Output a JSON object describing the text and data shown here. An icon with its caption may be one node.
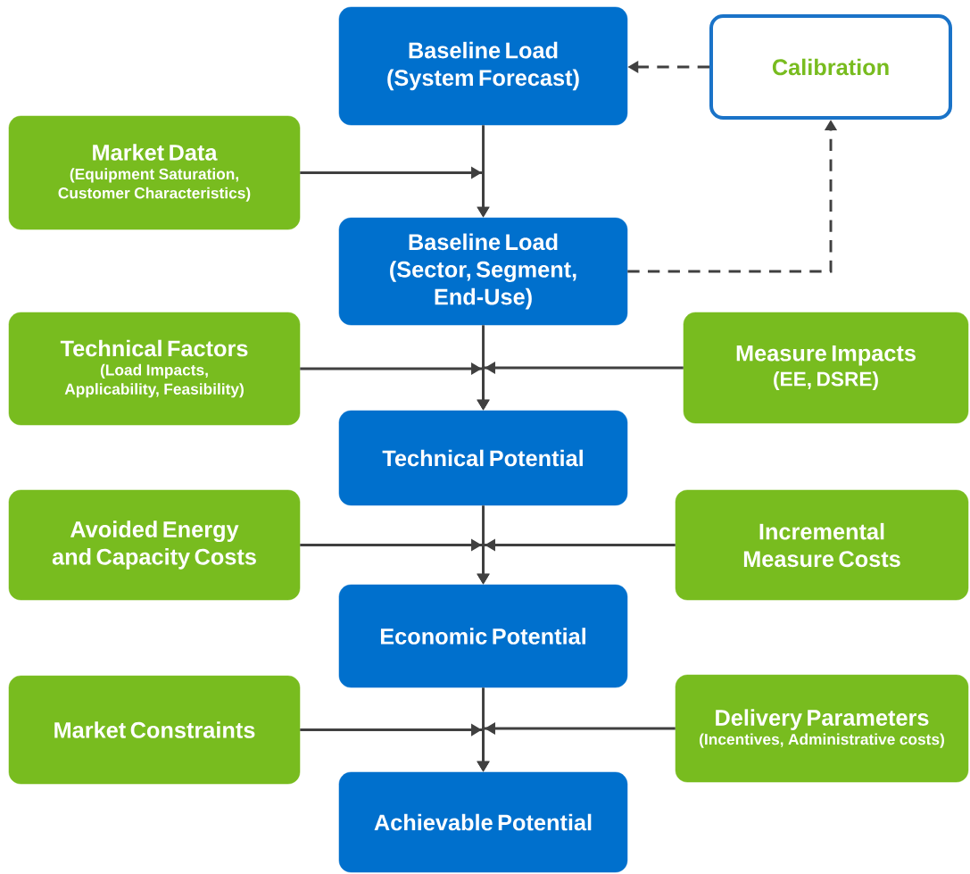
{
  "diagram": {
    "nodes": [
      {
        "text": [
          "Baseline Load",
          "(System Forecast)"
        ]
      },
      {
        "text": [
          "Calibration"
        ]
      },
      {
        "text": [
          "Market Data",
          "(Equipment Saturation, Customer Characteristics)"
        ]
      },
      {
        "text": [
          "Baseline Load",
          "(Sector, Segment, End-Use)"
        ]
      },
      {
        "text": [
          "Technical Factors",
          "(Load Impacts, Applicability, Feasibility)"
        ]
      },
      {
        "text": [
          "Measure Impacts",
          "(EE, DSRE)"
        ]
      },
      {
        "text": [
          "Technical Potential"
        ]
      },
      {
        "text": [
          "Avoided Energy and Capacity Costs"
        ]
      },
      {
        "text": [
          "Incremental Measure Costs"
        ]
      },
      {
        "text": [
          "Economic Potential"
        ]
      },
      {
        "text": [
          "Market Constraints"
        ]
      },
      {
        "text": [
          "Delivery Parameters",
          "(Incentives, Administrative costs)"
        ]
      },
      {
        "text": [
          "Achievable Potential"
        ]
      }
    ],
    "edges": [
      {
        "from": 0,
        "to": 3,
        "arrow": "to"
      },
      {
        "from": 2,
        "to": 3,
        "arrow": "to"
      },
      {
        "from": 3,
        "to": 1,
        "arrow": "to",
        "style": "dashed"
      },
      {
        "from": 1,
        "to": 0,
        "arrow": "to",
        "style": "dashed"
      },
      {
        "from": 3,
        "to": 6,
        "arrow": "to"
      },
      {
        "from": 4,
        "to": 6,
        "arrow": "to"
      },
      {
        "from": 5,
        "to": 6,
        "arrow": "to"
      },
      {
        "from": 6,
        "to": 9,
        "arrow": "to"
      },
      {
        "from": 7,
        "to": 9,
        "arrow": "to"
      },
      {
        "from": 8,
        "to": 9,
        "arrow": "to"
      },
      {
        "from": 9,
        "to": 12,
        "arrow": "to"
      },
      {
        "from": 10,
        "to": 12,
        "arrow": "to"
      },
      {
        "from": 11,
        "to": 12,
        "arrow": "to"
      }
    ]
  }
}
